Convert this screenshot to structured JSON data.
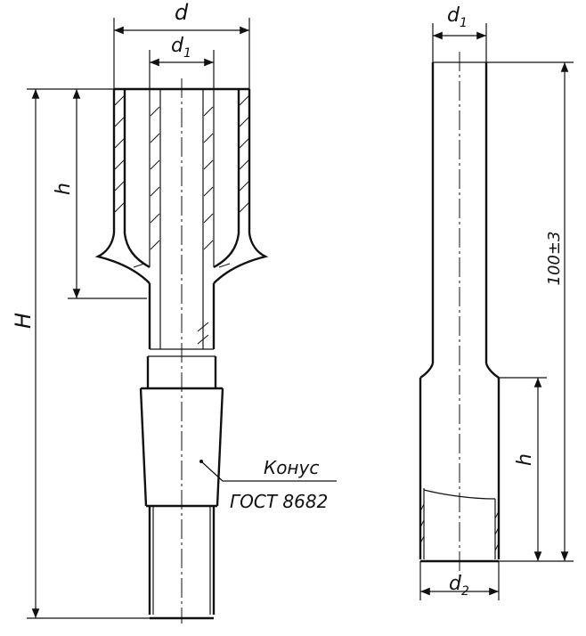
{
  "labels": {
    "d": "d",
    "d1_left": "d",
    "d1_left_sub": "1",
    "h_left": "h",
    "H": "H",
    "cone_title": "Конус",
    "cone_standard": "ГОСТ 8682",
    "d1_right": "d",
    "d1_right_sub": "1",
    "length_tol": "100±3",
    "h_right": "h",
    "d2": "d",
    "d2_sub": "2"
  }
}
